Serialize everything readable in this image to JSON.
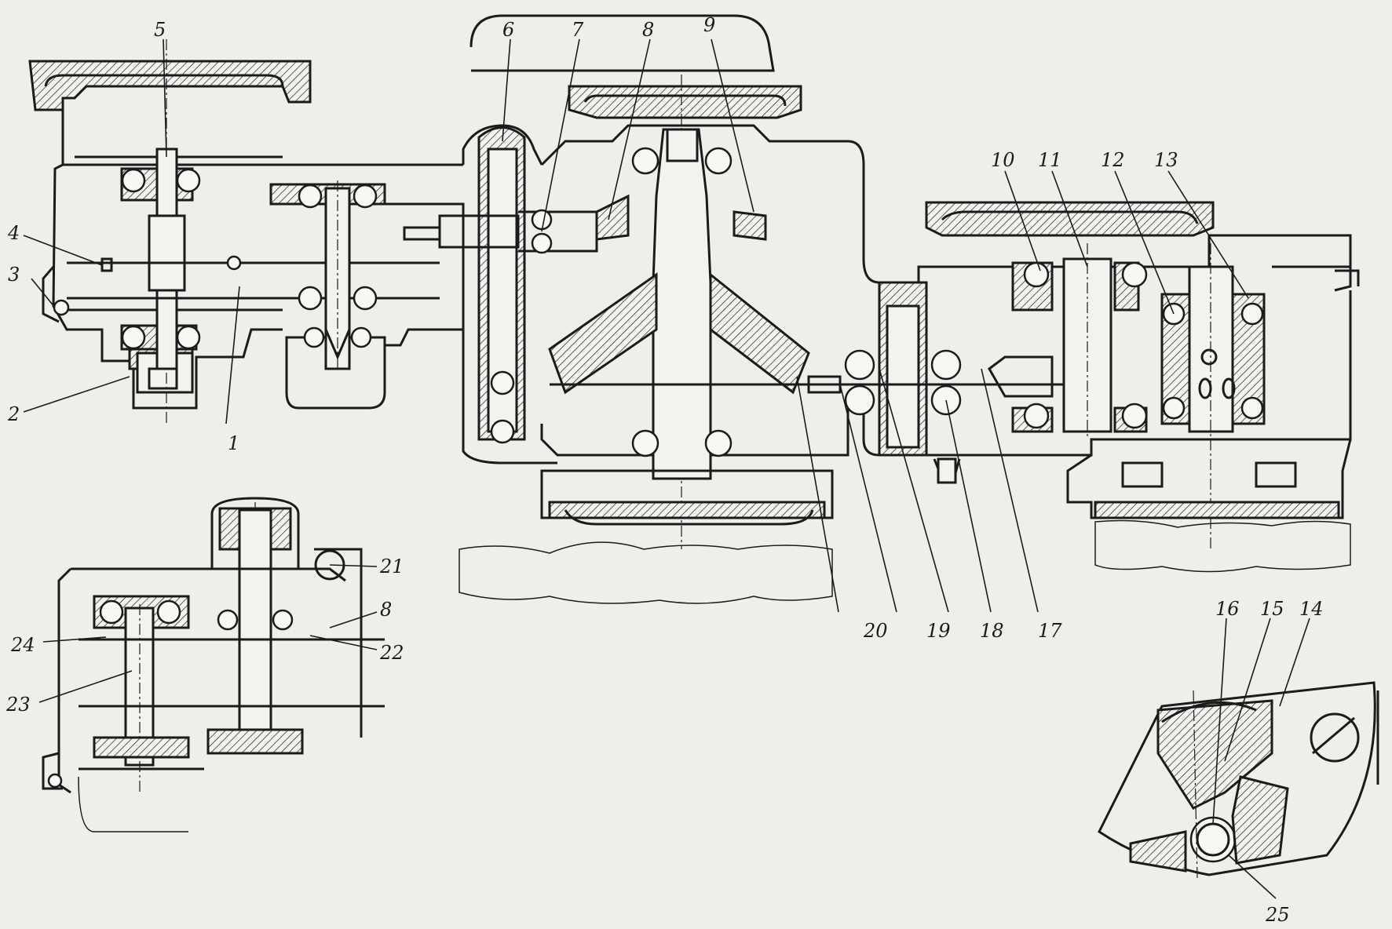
{
  "figure": {
    "callouts": [
      "1",
      "2",
      "3",
      "4",
      "5",
      "6",
      "7",
      "8",
      "9",
      "10",
      "11",
      "12",
      "13",
      "14",
      "15",
      "16",
      "17",
      "18",
      "19",
      "20",
      "21",
      "22",
      "23",
      "24",
      "25"
    ]
  },
  "colors": {
    "ink": "#1b1b1b",
    "paper": "#eeeeea"
  }
}
